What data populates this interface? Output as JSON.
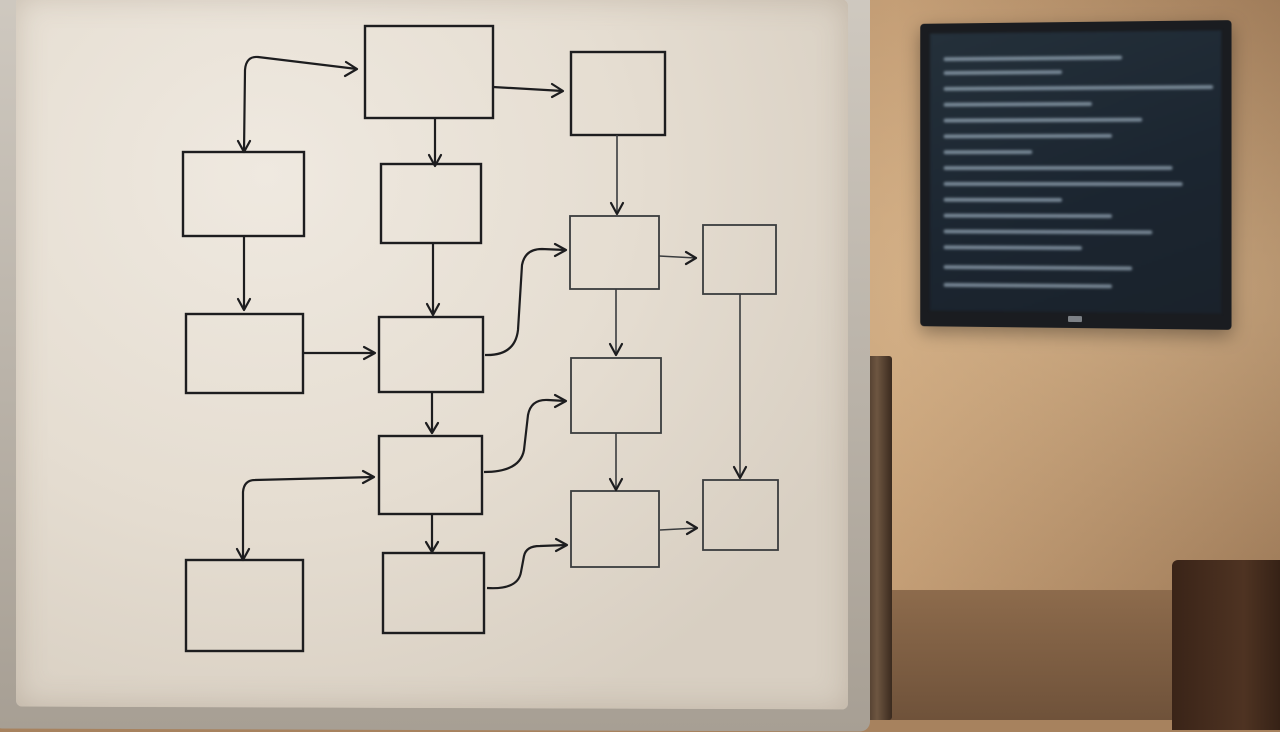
{
  "scene": {
    "board_color": "#e4dccf",
    "marker_color": "#1d1d1f",
    "wall_color": "#b48f6a",
    "monitor_screen_color": "#1b2530"
  },
  "flowchart": {
    "nodes": [
      {
        "id": "n-top-center"
      },
      {
        "id": "n-top-right"
      },
      {
        "id": "n-left-1"
      },
      {
        "id": "n-center-1"
      },
      {
        "id": "n-left-2"
      },
      {
        "id": "n-center-2"
      },
      {
        "id": "n-right-1"
      },
      {
        "id": "n-far-right-1"
      },
      {
        "id": "n-right-2"
      },
      {
        "id": "n-center-3"
      },
      {
        "id": "n-left-3"
      },
      {
        "id": "n-center-4"
      },
      {
        "id": "n-right-3"
      },
      {
        "id": "n-far-right-2"
      }
    ],
    "edges": [
      {
        "from": "n-top-center",
        "to": "n-left-1"
      },
      {
        "from": "n-top-center",
        "to": "n-top-right"
      },
      {
        "from": "n-top-center",
        "to": "n-center-1"
      },
      {
        "from": "n-top-right",
        "to": "n-right-1"
      },
      {
        "from": "n-left-1",
        "to": "n-left-2"
      },
      {
        "from": "n-center-1",
        "to": "n-center-2"
      },
      {
        "from": "n-left-2",
        "to": "n-center-2"
      },
      {
        "from": "n-center-2",
        "to": "n-right-1"
      },
      {
        "from": "n-right-1",
        "to": "n-far-right-1"
      },
      {
        "from": "n-right-1",
        "to": "n-right-2"
      },
      {
        "from": "n-center-2",
        "to": "n-center-3"
      },
      {
        "from": "n-center-3",
        "to": "n-right-2"
      },
      {
        "from": "n-far-right-1",
        "to": "n-far-right-2"
      },
      {
        "from": "n-center-3",
        "to": "n-left-3"
      },
      {
        "from": "n-center-3",
        "to": "n-center-4"
      },
      {
        "from": "n-right-2",
        "to": "n-right-3"
      },
      {
        "from": "n-center-4",
        "to": "n-right-3"
      },
      {
        "from": "n-right-3",
        "to": "n-far-right-2"
      }
    ]
  }
}
